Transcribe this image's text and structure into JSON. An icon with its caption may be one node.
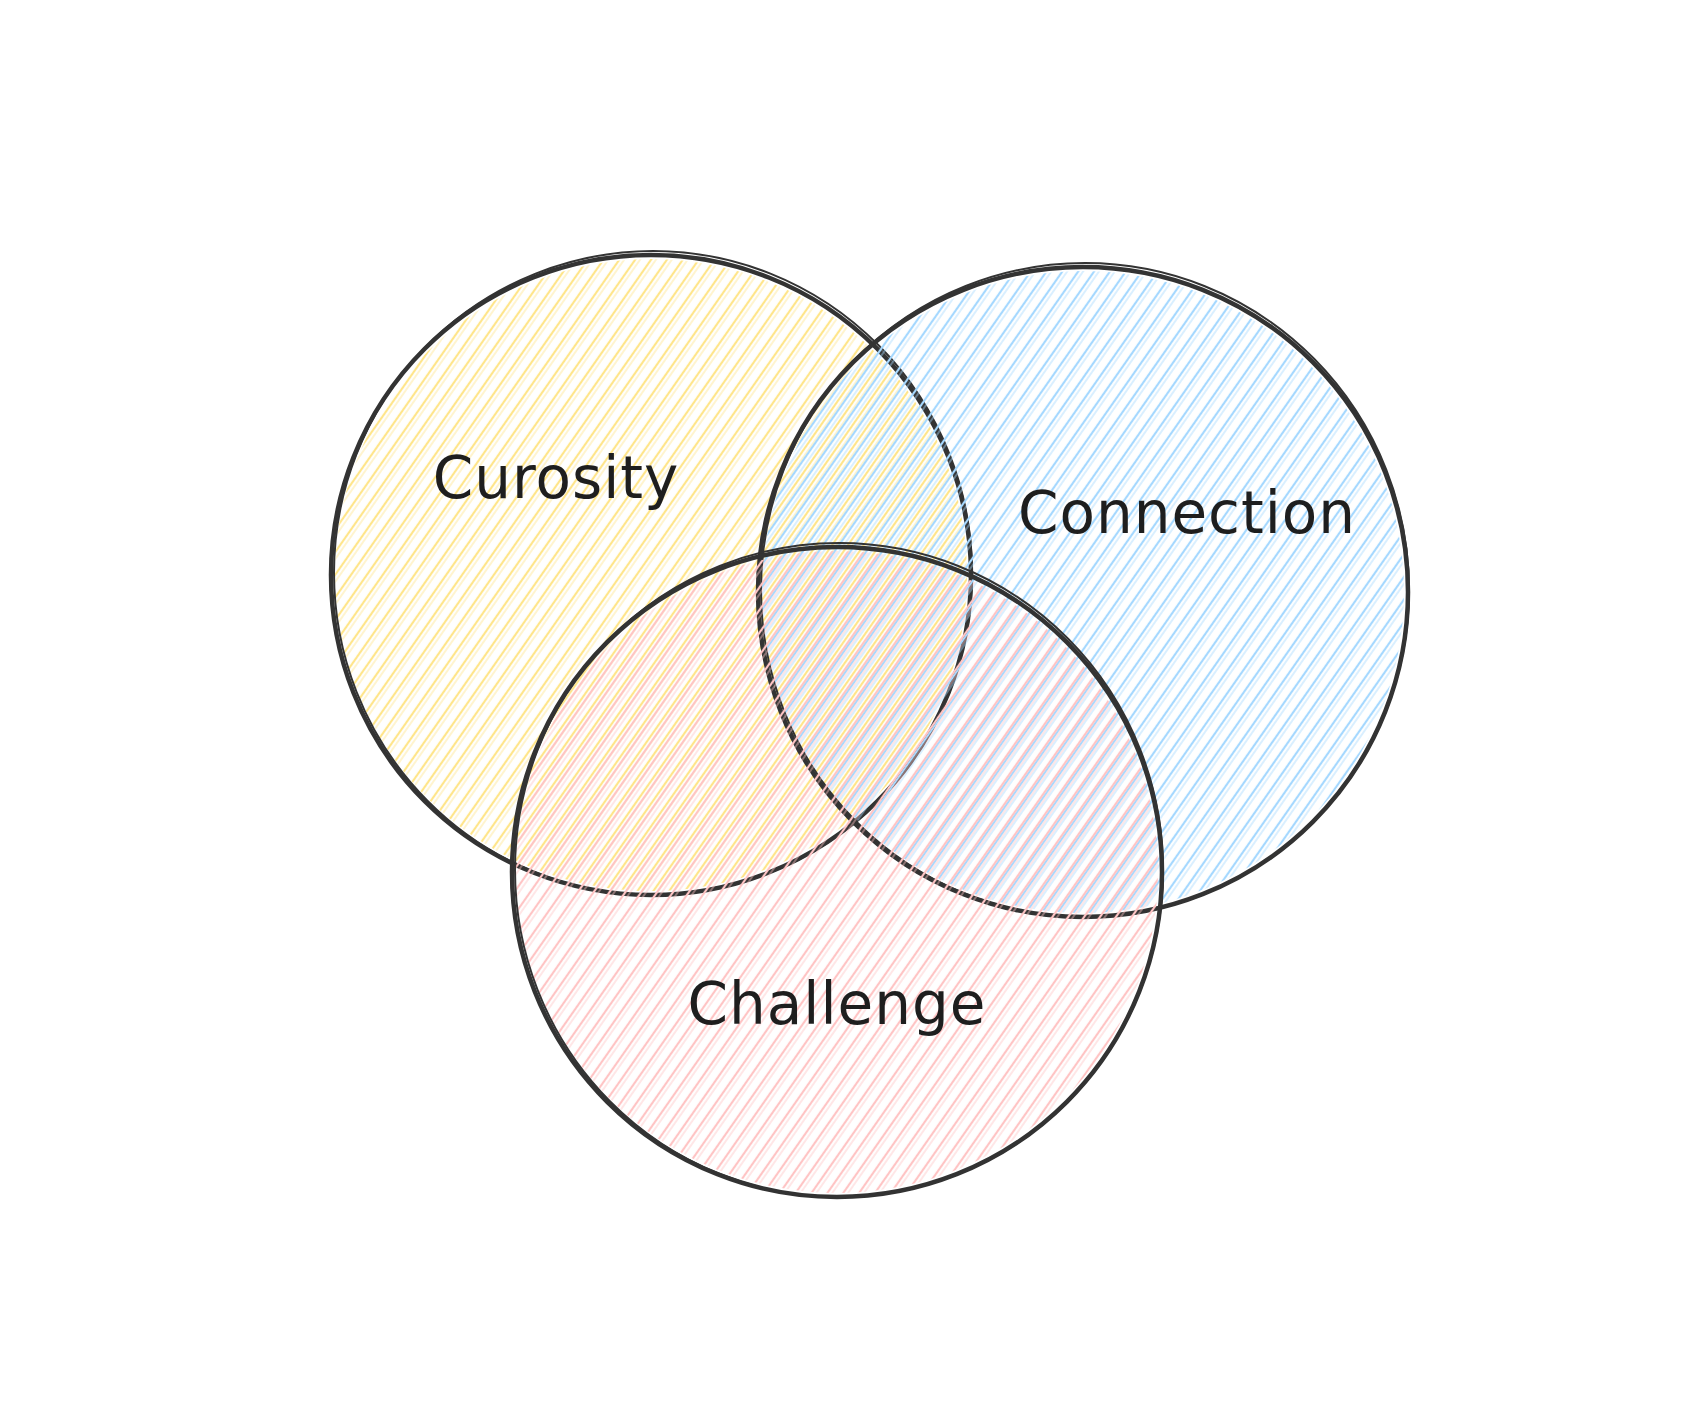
{
  "diagram": {
    "nodes": [
      {
        "text": [
          "Curosity"
        ]
      },
      {
        "text": [
          "Connection"
        ]
      },
      {
        "text": [
          "Challenge"
        ]
      }
    ]
  }
}
